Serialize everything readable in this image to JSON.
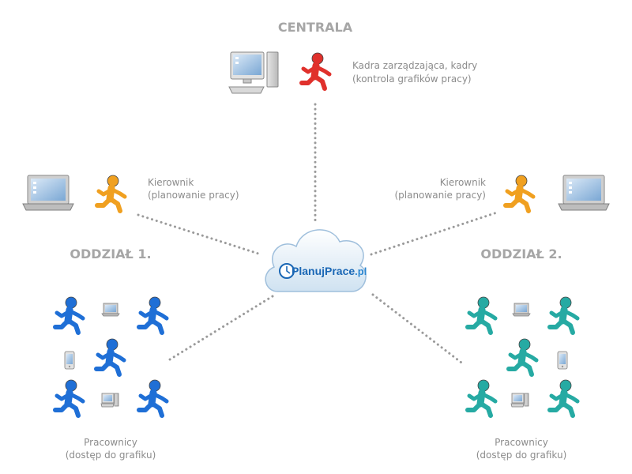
{
  "headings": {
    "central": "CENTRALA",
    "branch1": "ODDZIAŁ 1.",
    "branch2": "ODDZIAŁ 2."
  },
  "central": {
    "role_line1": "Kadra zarządzająca, kadry",
    "role_line2": "(kontrola grafików pracy)"
  },
  "manager_left": {
    "role_line1": "Kierownik",
    "role_line2": "(planowanie pracy)"
  },
  "manager_right": {
    "role_line1": "Kierownik",
    "role_line2": "(planowanie pracy)"
  },
  "workers_left": {
    "label_line1": "Pracownicy",
    "label_line2": "(dostęp do grafiku)"
  },
  "workers_right": {
    "label_line1": "Pracownicy",
    "label_line2": "(dostęp do grafiku)"
  },
  "cloud": {
    "logo_text": "PlanujPrace",
    "logo_suffix": ".pl"
  },
  "colors": {
    "central_person": "#e0312c",
    "manager": "#f0a020",
    "worker_left": "#1f6fd6",
    "worker_right": "#26aaa3",
    "cloud_logo": "#1a67b5"
  }
}
